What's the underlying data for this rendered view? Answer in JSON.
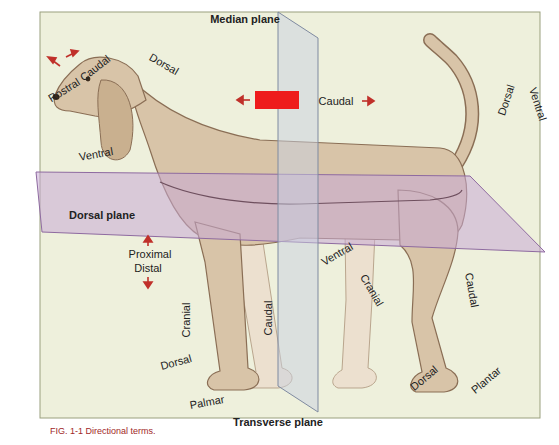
{
  "diagram": {
    "caption": "FIG. 1-1 Directional terms.",
    "labels": [
      "Median plane",
      "Rostral",
      "Caudal",
      "Dorsal",
      "Ventral",
      "Caudal",
      "Dorsal",
      "Ventral",
      "Dorsal plane",
      "Proximal",
      "Distal",
      "Cranial",
      "Caudal",
      "Dorsal",
      "Palmar",
      "Ventral",
      "Cranial",
      "Caudal",
      "Dorsal",
      "Plantar",
      "Transverse plane"
    ]
  }
}
